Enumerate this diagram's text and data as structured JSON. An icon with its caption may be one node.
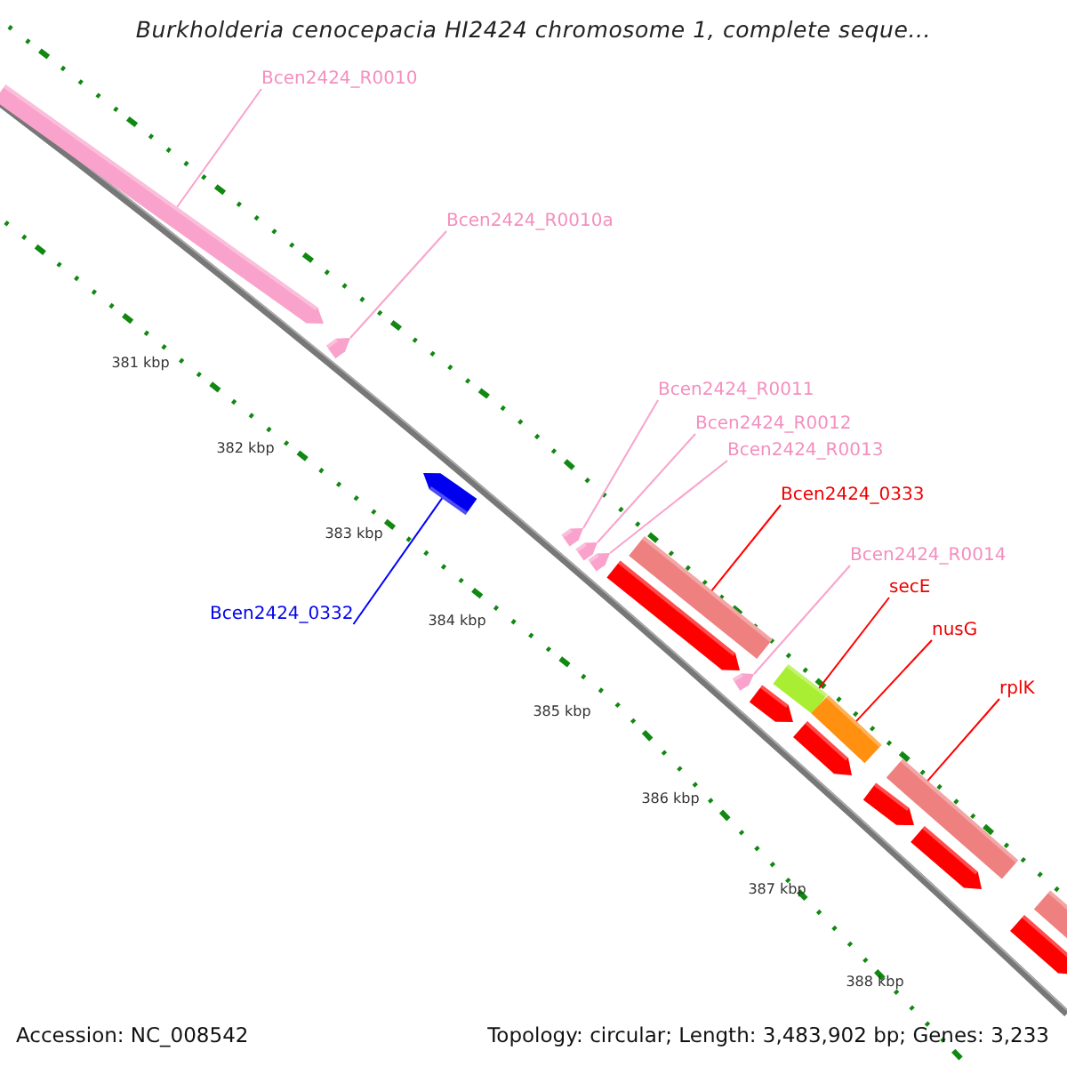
{
  "diagram": {
    "title": "Burkholderia cenocepacia HI2424 chromosome 1, complete seque...",
    "nodes": [
      {
        "text": [
          "Bcen2424_R0010"
        ]
      },
      {
        "text": [
          "Bcen2424_R0010a"
        ]
      },
      {
        "text": [
          "Bcen2424_R0011"
        ]
      },
      {
        "text": [
          "Bcen2424_R0012"
        ]
      },
      {
        "text": [
          "Bcen2424_R0013"
        ]
      },
      {
        "text": [
          "Bcen2424_0333"
        ]
      },
      {
        "text": [
          "Bcen2424_R0014"
        ]
      },
      {
        "text": [
          "secE"
        ]
      },
      {
        "text": [
          "nusG"
        ]
      },
      {
        "text": [
          "rplK"
        ]
      },
      {
        "text": [
          "Bcen2424_0332"
        ]
      },
      {
        "text": [],
        "shape": "pentagon"
      },
      {
        "text": [],
        "shape": "pentagon"
      },
      {
        "text": [],
        "shape": "pentagon"
      },
      {
        "text": [],
        "shape": "pentagon"
      },
      {
        "text": [],
        "shape": "pentagon"
      },
      {
        "text": [],
        "shape": "pentagon"
      },
      {
        "text": [],
        "shape": "bar"
      },
      {
        "text": [],
        "shape": "pentagon"
      },
      {
        "text": [],
        "shape": "pentagon"
      },
      {
        "text": [],
        "shape": "bar"
      },
      {
        "text": [],
        "shape": "bar"
      },
      {
        "text": [],
        "shape": "pentagon"
      },
      {
        "text": [],
        "shape": "pentagon"
      },
      {
        "text": [],
        "shape": "bar"
      },
      {
        "text": [],
        "shape": "pentagon"
      },
      {
        "text": [],
        "shape": "pentagon"
      },
      {
        "text": [],
        "shape": "pentagon"
      },
      {
        "text": [],
        "shape": "bar"
      }
    ],
    "edges": [
      {
        "from": 0,
        "to": 11,
        "arrow": "none"
      },
      {
        "from": 1,
        "to": 12,
        "arrow": "none"
      },
      {
        "from": 2,
        "to": 14,
        "arrow": "none"
      },
      {
        "from": 3,
        "to": 15,
        "arrow": "none"
      },
      {
        "from": 4,
        "to": 16,
        "arrow": "none"
      },
      {
        "from": 5,
        "to": 17,
        "arrow": "none",
        "color": "#ff0000"
      },
      {
        "from": 6,
        "to": 19,
        "arrow": "none"
      },
      {
        "from": 7,
        "to": 20,
        "arrow": "none",
        "color": "#ff0000"
      },
      {
        "from": 8,
        "to": 21,
        "arrow": "none",
        "color": "#ff0000"
      },
      {
        "from": 9,
        "to": 24,
        "arrow": "none",
        "color": "#ff0000"
      },
      {
        "from": 10,
        "to": 13,
        "arrow": "none",
        "color": "#0000ff"
      }
    ],
    "labels": [
      "381 kbp",
      "382 kbp",
      "383 kbp",
      "384 kbp",
      "385 kbp",
      "386 kbp",
      "387 kbp",
      "388 kbp",
      "Accession: NC_008542",
      "Topology: circular; Length: 3,483,902 bp; Genes: 3,233"
    ]
  }
}
